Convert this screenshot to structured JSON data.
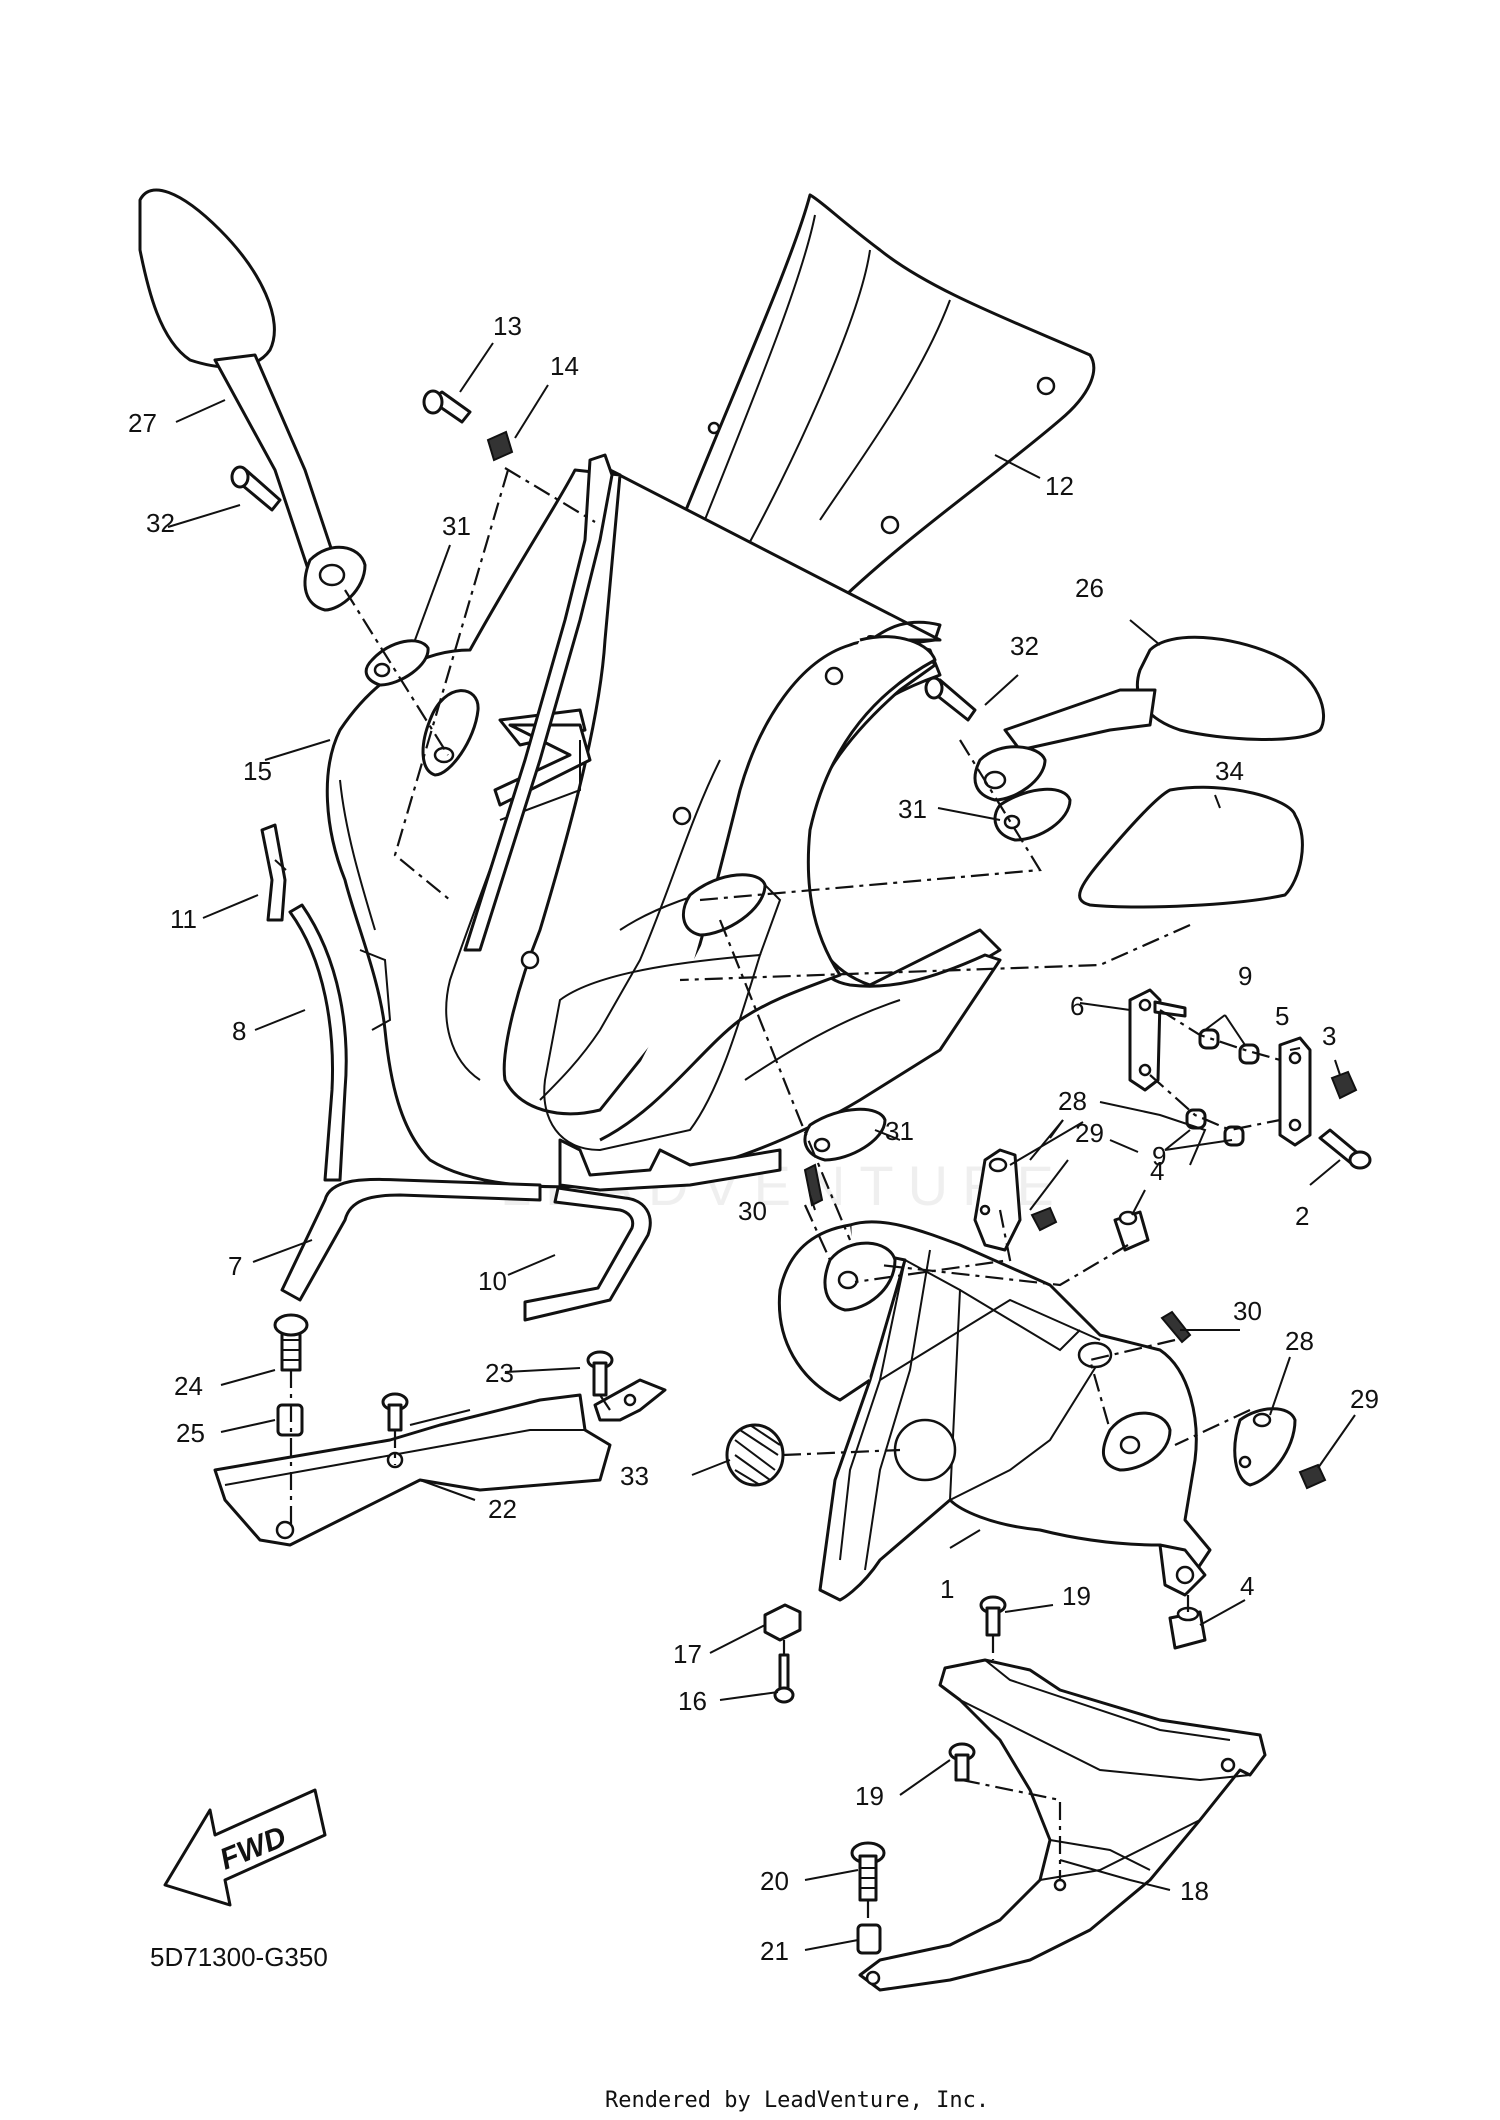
{
  "diagram": {
    "code": "5D71300-G350",
    "credit": "Rendered by LeadVenture, Inc.",
    "direction_label": "FWD",
    "watermark": "LEADVENTURE",
    "callouts": [
      {
        "num": "1"
      },
      {
        "num": "2"
      },
      {
        "num": "3"
      },
      {
        "num": "4"
      },
      {
        "num": "4"
      },
      {
        "num": "5"
      },
      {
        "num": "6"
      },
      {
        "num": "7"
      },
      {
        "num": "8"
      },
      {
        "num": "9"
      },
      {
        "num": "9"
      },
      {
        "num": "10"
      },
      {
        "num": "11"
      },
      {
        "num": "12"
      },
      {
        "num": "13"
      },
      {
        "num": "14"
      },
      {
        "num": "15"
      },
      {
        "num": "16"
      },
      {
        "num": "17"
      },
      {
        "num": "18"
      },
      {
        "num": "19"
      },
      {
        "num": "19"
      },
      {
        "num": "20"
      },
      {
        "num": "21"
      },
      {
        "num": "22"
      },
      {
        "num": "23"
      },
      {
        "num": "24"
      },
      {
        "num": "25"
      },
      {
        "num": "26"
      },
      {
        "num": "27"
      },
      {
        "num": "28"
      },
      {
        "num": "28"
      },
      {
        "num": "29"
      },
      {
        "num": "29"
      },
      {
        "num": "30"
      },
      {
        "num": "30"
      },
      {
        "num": "31"
      },
      {
        "num": "31"
      },
      {
        "num": "31"
      },
      {
        "num": "32"
      },
      {
        "num": "32"
      },
      {
        "num": "33"
      },
      {
        "num": "34"
      }
    ]
  }
}
